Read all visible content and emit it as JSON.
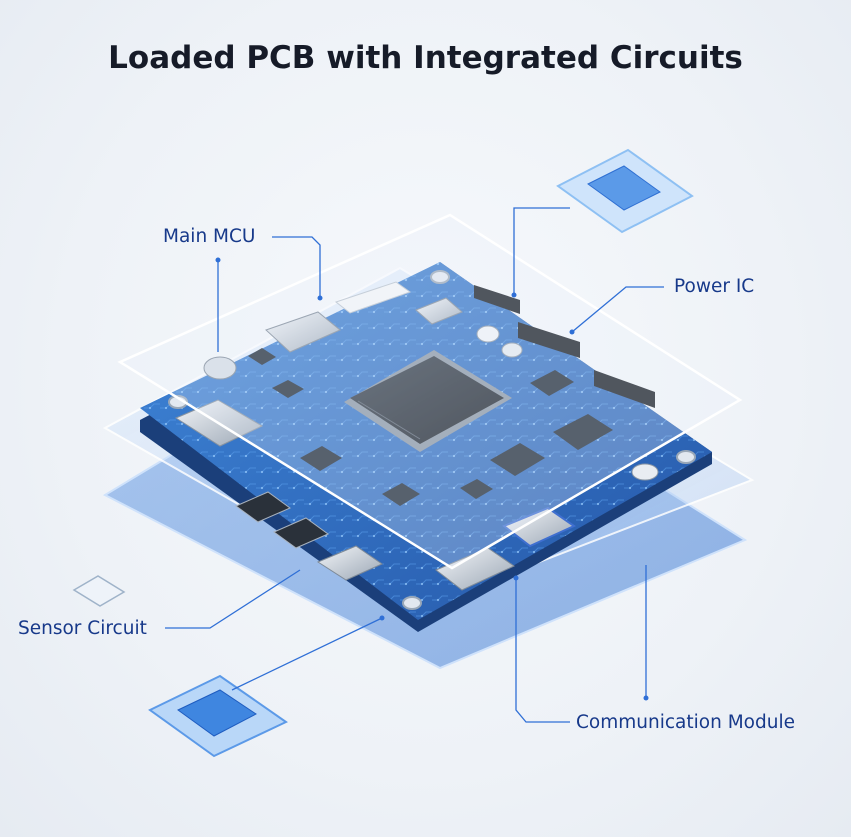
{
  "title": "Loaded PCB with Integrated Circuits",
  "labels": {
    "main_mcu": "Main MCU",
    "power_ic": "Power IC",
    "sensor_circuit": "Sensor Circuit",
    "communication_module": "Communication Module"
  },
  "colors": {
    "title": "#161b28",
    "label": "#17398a",
    "leader_line": "#2f6fd6",
    "pcb": "#2f6ec4",
    "chip": "#1e2630"
  }
}
